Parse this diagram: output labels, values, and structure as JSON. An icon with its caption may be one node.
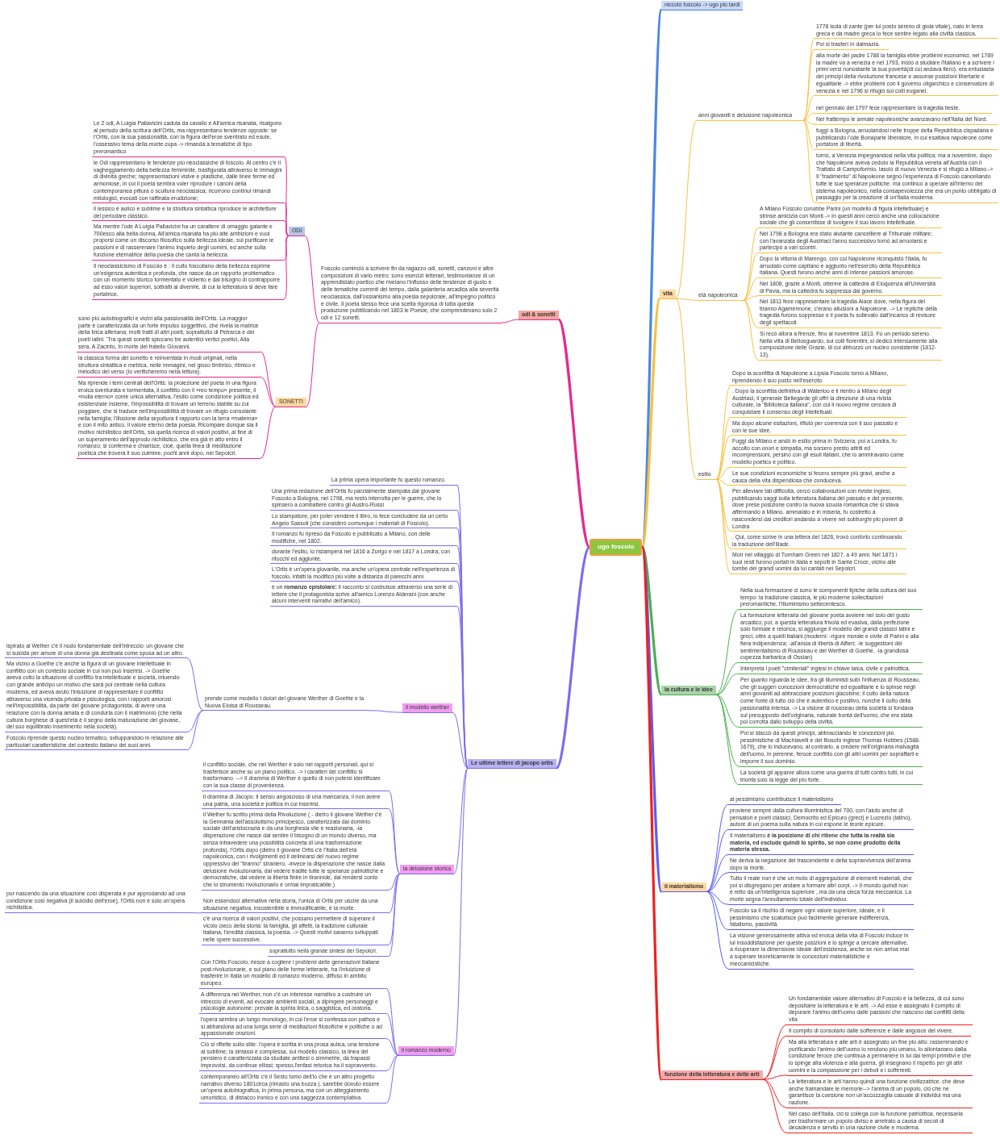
{
  "diagram": {
    "nodes": [
      {
        "text": [
          "ugo foscolo"
        ]
      },
      {
        "text": [
          "niccolò foscolo -> ugo più tardi"
        ]
      },
      {
        "text": [
          "vita"
        ]
      },
      {
        "text": [
          "anni giovanili e delusione napoleonica"
        ]
      },
      {
        "text": [
          "1778 isola di zante (per lui posto sereno di gioia vitale), nato in terra greca e da madre greca lo fece sentire legato alla civiltà classica."
        ]
      },
      {
        "text": [
          "Poi si trasferì in dalmazia."
        ]
      },
      {
        "text": [
          "alla morte del padre 1788 la famiglia ebbe problemi economici, nel 1789 la madre va a venezia e nel 1793, iniziò a studiare l'italiano e a scrivere i primi versi nonostante la sua povertà(di cui andava fiero). era entusiasta dei principi della rivoluzione francese e assunse posizioni libertarie e egualitarie -> ebbe problemi con il governo oligarchico e conservatore di venezia e nel 1796 si rifugiò sui colli euganei."
        ]
      },
      {
        "text": [
          "nel gennaio del 1797 fece rappresentare la tragedia tieste."
        ]
      },
      {
        "text": [
          "Nel frattempo le armate napoleoniche avanzavano nell'Italia del Nord."
        ]
      },
      {
        "text": [
          "fuggì a Bologna, arruolandosi nelle truppe della Repubblica cispadana e pubblicando l'ode Bonaparte liberatore, in cui esaltava napoleone come portatore di libertà."
        ]
      },
      {
        "text": [
          "tornò, a Venezia impegnandosi nella vita politica; ma a novembre, dopo che Napoleone aveva ceduto la Repubblica veneta all'Austria con il Trattato di Campoformio, lasciò di nuovo Venezia e si rifugiò a Milano.-> Il \"tradimento\" di Napoleone segnò l'esperienza di Foscolo cancellando tutte le sue speranze politiche. ma continuò a operare all'interno del sistema napoleonico, nella consapevolezza che era un punto obbligato di passaggio per la creazione di un'Italia moderna."
        ]
      },
      {
        "text": [
          "età napoleonica"
        ]
      },
      {
        "text": [
          "A Milano Foscolo conobbe Parini (un modello di figura intellettuale) e strinse amicizia con Monti.-> In questi anni cercò anche una collocazione sociale che gli consentisse di svolgere il suo lavoro intellettuale."
        ]
      },
      {
        "text": [
          "Nel 1798 a Bologna era stato aiutante cancelliere al Tribunale militare; con l'avanzata degli Austriaci l'anno successivo tornò ad arruolarsi e partecipò a vari scontri."
        ]
      },
      {
        "text": [
          "Dopo la vittoria di Marengo, con cui Napoleone riconquistò l'Italia, fu arruolato come capitano e aggiunto nell'esercito della Repubblica italiana. Questi furono anche anni di intense passioni amorose."
        ]
      },
      {
        "text": [
          "Nel 1808, grazie a Monti, ottenne la cattedra di Eloquenza all'Università di Pavia, ma la cattedra fu soppressa dal governo."
        ]
      },
      {
        "text": [
          "Nel 1811 fece rappresentare la tragedia Aiace dove, nella figura del tiranno Agamennone, c'erano allusioni a Napoleone. -> Le repliche della tragedia furono soppresse e il poeta fu sollevato dall'incarico di revisore degli spettacoli."
        ]
      },
      {
        "text": [
          "Si recò allora a firenze, fino al novembre 1813. Fu un periodo sereno. Nella villa di Bellosguardo, sui colli fiorentini, si dedicò intensamente alla composizione delle Grazie, di cui abbozzò un nucleo consistente (1812-13)."
        ]
      },
      {
        "text": [
          "esilio"
        ]
      },
      {
        "text": [
          "Dopo la sconfitta di Napoleone a Lipsia Foscolo tornò a Milano, riprendendo il suo posto nell'esercito"
        ]
      },
      {
        "text": [
          ". Dopo la sconfitta definitiva di Waterloo e il rientro a Milano degli Austriaci, il generale Bellegarde gli offrì la direzione di una rivista culturale, la \"Biblioteca italiana\", con cui il nuovo regime cercava di conquistare il consenso degli intellettuali."
        ]
      },
      {
        "text": [
          "Ma dopo alcune esitazioni, rifiutò per coerenza con il suo passato e con le sue idee."
        ]
      },
      {
        "text": [
          "Fuggì da Milano e andò in esilio prima in Svizzera, poi a Londra, fu accolto con onori e simpatia, ma sorsero presto attriti ed incomprensioni, persino con gli esuli italiani, che lo ammiravano come modello poetico e politico."
        ]
      },
      {
        "text": [
          "Le sue condizioni economiche si fecero sempre più gravi, anche a causa della vita dispendiosa che conduceva."
        ]
      },
      {
        "text": [
          "Per alleviare tali difficoltà, cercò collaborazioni con riviste inglesi, pubblicando saggi sulla letteratura italiana del passato e del presente, dove prese posizione contro la nuova scuola romantica che si stava affermando a Milano. ammalato e in miseria, fu costretto a nascondersi dai creditori andando a vivere nei sobborghi più poveri di Londra"
        ]
      },
      {
        "text": [
          ". Qui, come scrive in una lettera del 1826, trovò conforto continuando la traduzione dell'Iliade."
        ]
      },
      {
        "text": [
          "Morì nel villaggio di Turnham Green nel 1827, a 49 anni. Nel 1871 i suoi resti furono portati in Italia e sepolti in Santa Croce, vicino alle tombe dei grandi uomini da lui cantati nei Sepolcri."
        ]
      },
      {
        "text": [
          "la cultura e le idee"
        ]
      },
      {
        "text": [
          "Nella sua formazione ci sono le componenti tipiche della cultura del suo tempo: la tradizione classica, le più moderne sollecitazioni preromantiche, l'Illuminismo settecentesco."
        ]
      },
      {
        "text": [
          "La formazione letteraria del giovane poeta avviene nel solo del gusto arcadico; poi, a questa letteratura frivola ed evasiva, dalla perfezione solo formale e retorica, si aggiunge il modello dei grandi classici latini e greci, oltre a quelli italiani.(moderni: -rigore morale e civile di Parini e alla fiera indipendenza; -all'ansia di libertà di Alfieri; -le suggestioni del sentimentalismo di Rousseau e del Werther di Goethe, -la grandiosa cupezza barbarica di Ossian)"
        ]
      },
      {
        "text": [
          "Interpreta i poeti \"cimiteriali\" inglesi in chiave laica, civile e patriottica."
        ]
      },
      {
        "text": [
          "Per quanto riguarda le idee, tra gli illuministi subì l'influenza di Rousseau, che gli suggerì concezioni democratiche ed egualitarie e lo spinse negli anni giovanili ad abbracciare posizioni giacobine; il culto della natura come fonte di tutto ciò che è autentico e positivo, nonché il culto della passionalità intensa. -> La visione di rousseau della società si fondava sul presupposto dell'originaria, naturale bontà dell'uomo, che era stata poi corrotta dallo sviluppo della civiltà."
        ]
      },
      {
        "text": [
          "Poi si staccò da questi principi, abbracciando le concezioni più pessimistiche di Machiavelli e del filosofo inglese Thomas Hobbes (1588-1679), che lo inducevano, al contrario, a credere nell'originaria malvagità dell'uomo, in perenne, feroce conflitto con gli altri uomini per sopraffarli e imporre il suo dominio."
        ]
      },
      {
        "text": [
          "La società gli apparve allora come una guerra di tutti contro tutti, in cui trionfa solo la legge del più forte."
        ]
      },
      {
        "text": [
          "il materialismo"
        ]
      },
      {
        "text": [
          "al pessimismo contribuisce il materialismo"
        ]
      },
      {
        "text": [
          "proviene sempre dalla cultura illuministica del 700, con l'aiuto anche di pensatori e poeti classici, Democrito ed Epicuro (greci) e Lucrezio (latino), autore di un poema sulla natura in cui espone le teorie epicure."
        ]
      },
      {
        "text": [
          "Il materialismo **è la posizione di chi ritiene che tutta la realtà sia materia, ed esclude quindi lo spirito, se non come prodotto della materia stessa.**"
        ]
      },
      {
        "text": [
          "Ne deriva la negazione del trascendente e della sopravvivenza dell'anima dopo la morte."
        ]
      },
      {
        "text": [
          "Tutto il reale non è che un moto di aggregazione di elementi materiali, che poi si disgregano per andare a formare altri corpi. -> Il mondo quindi non è retto da un'intelligenza superiore , ma da una cieca forza meccanica. La morte segna l'annullamento totale dell'individuo."
        ]
      },
      {
        "text": [
          "Foscolo sa il rischio di negare ogni valore superiore, ideale, e il pessimismo che scaturisce può facilmente generare indifferenza, fatalismo, passività."
        ]
      },
      {
        "text": [
          "La visione generosamente attiva ed eroica della vita di Foscolo induce in lui insoddisfazione per queste posizioni e lo spinge a cercare alternative, a ricuperare la dimensione ideale dell'esistenza, anche se non arriva mai a superare teoreticamente le concezioni materialistiche e meccanicistiche."
        ]
      },
      {
        "text": [
          "funzione della letteratura e delle arti"
        ]
      },
      {
        "text": [
          "Un fondamentale valore alternativo di Foscolo è la bellezza, di cui sono depositarie la letteratura e le arti. -> Ad esse è assegnato il compito di depurare l'animo dell'uomo dalle passioni che nascono dai conflitti della vita"
        ]
      },
      {
        "text": [
          "Il compito di consolarlo dalle sofferenze e dalle angosce del vivere."
        ]
      },
      {
        "text": [
          "Ma alla letteratura e alle arti è assegnato un fine più alto: rasserenando e purificando l'animo dell'uomo lo rendono più umano, lo allontanano dalla condizione feroce che continua a permanere in lui dai tempi primitivi e che lo spinge alla violenza e alla guerra, gli insegnano il rispetto per gli altri uomini e la compassione per i deboli e i sofferenti."
        ]
      },
      {
        "text": [
          "La letteratura e le arti hanno quindi una funzione civilizzatrice. che deve anche tramandare le memorie--> l'anima di un popolo, ciò che ne garantisce la coesione non un'accozzaglia casuale di individui ma una nazione."
        ]
      },
      {
        "text": [
          "Nel caso dell'Italia, ciò si collega con la funzione patriottica, necessaria per trasformare un popolo diviso e arretrato a causa di secoli di decadenza e servitù in una nazione civile e moderna."
        ]
      },
      {
        "text": [
          "odi & sonetti"
        ]
      },
      {
        "text": [
          "Foscolo cominciò a scrivere fin da ragazzo odi, sonetti, canzoni e altre composizioni di vario metro: sono esercizi letterari, testimonianze di un apprendistato poetico che rivelano l'influsso delle tendenze di gusto e delle tematiche correnti del tempo, dalla galanteria arcadica alla severità neoclassica, dall'ossianismo alla poesia sepolcrale, all'impegno politico e civile. Il poeta stesso fece una scelta rigorosa di tutta questa produzione pubblicando nel 1803 le Poesie, che comprendevano solo 2 odi e 12 sonetti."
        ]
      },
      {
        "text": [
          "ODI"
        ]
      },
      {
        "text": [
          "Le 2 odi, A Luigia Pallavicini caduta da cavallo e All'amica risanata, risalgono al periodo della scritura dell'Ortis, ma rappresentano tendenze opposte: se l'Ortis, con la sua passionalità, con la figura dell'eroe sventrato ed esule, l'ossessivo tema della morte cupa -> rimanda a tematiche di tipo preromantico"
        ]
      },
      {
        "text": [
          "le Odi rappresentano le tendenze più neoclassiche di foscolo. Al centro c'è il vagheggiamento della bellezza femminile, trasfigurata attraverso le immagini di divinità greche; rappresentazioni visive e plastiche, dalle linee ferme ed armoniose, in cui il poeta sembra voler riprodure i canoni della contemporanea pittura o scultura neoclassica; ricorrono continui rimandi mitologici, evocati con raffinata erudizione;"
        ]
      },
      {
        "text": [
          "il lessico è aulico e sublime e la struttura sintattica riproduce le architetture del periodare classico."
        ]
      },
      {
        "text": [
          "Ma mentre l'ode A Luigia Pallavicini ha un carattere di omaggio galante e 700esco alla bella donna, All'amica risanata ha più alte ambizioni e vuol proporsi come un discorso filosofico sulla bellezza ideale, sul purificare le passioni e di rasserenare l'animo inquieto degli uomini, ed anche sulla funzione eternatrice della poesia che canta la bellezza."
        ]
      },
      {
        "text": [
          "Il neoclassicismo di Foscolo è : il culto foscoliano della bellezza esprime un'esigenza autentica e profonda, che nasce da un rapporto problematico con un momento storico tormentato e violento e dal bisogno di contrapporre ad esso valori superiori, sottratti al divenire, di cui la letteratura si deve fare portatrice."
        ]
      },
      {
        "text": [
          "SONETTI"
        ]
      },
      {
        "text": [
          "sono più autobiografici e vicini alla passionalità dell'Ortis. La maggior parte è caratterizzata da un forte impulso soggettivo, che rivela la matrice della lirica alferiana; molti tratti di altri poeti, soprattutto di Petrarca e dei poeti latini. 'Tra questi sonetti spiccano tre autentici vertici poetici, Alla sera, A Zacinto, In morte del fratello Giovanni."
        ]
      },
      {
        "text": [
          "la classica forma del sonetto è reinventata in modi originali, nella struttura sintattica e metrica, nelle immagini, nel gioco timbrico, ritmico e melodico del verso (lo verificheremo nella lettura)."
        ]
      },
      {
        "text": [
          "Ma riprende i temi centrali dell'Ortis: la proiezione del poeta in una figura eroica sventurata e tormentata, il conflitto con il «reo tempo» presente, il «nulla eterno» come unica alternativa, l'esilio come condizione politica ed esistenziale insieme, l'impossibilità di trovare un terreno stabile su cui poggiare, che si traduce nell'impossibilità di trovare un rifugio consolante nella famiglia; l'illusione della sepoltura il rapporto con la terra «materna» e con il mito antico, il valore eterno della poesia. Ricompare dunque sia il motivo nichilistico dell'Ortis, sia quella ricerca di valori positivi, al fine di un superamento dell'approdo nichilistico, che era già in atto entro il romanzo; si conferma e chiarisce, cioè, quella linea di meditazione poetica che troverà il suo culmine, pochi anni dopo, nei Sepolcri."
        ]
      },
      {
        "text": [
          "Le ultime lettere di jacopo ortis"
        ]
      },
      {
        "text": [
          "La prima opera importante fu questo romanzo."
        ]
      },
      {
        "text": [
          "Una prima redazione dell'Ortis fu parzialmente stampata dal giovane Foscolo a Bologna, nel 1798, ma restò interrotta per le guerre, che lo spinsero a combattere contro gli Austro-Russi"
        ]
      },
      {
        "text": [
          "Lo stampatore, per poter vendere il libro, lo fece concludere da un certo Angelo Sassoli (che considerò comunque i materiali di Foscolo)."
        ]
      },
      {
        "text": [
          "Il romanzo fu ripreso da Foscolo e pubblicato a Milano, con delle modifiche, nel 1802."
        ]
      },
      {
        "text": [
          "durante l'esilio, lo ristamperà nel 1816 a Zurigo e nel 1817 a Londra, con ritocchi ed aggiunte."
        ]
      },
      {
        "text": [
          "L'Ortis è un'opera giovanile, ma anche un'opera centrale nell'esperienza di foscolo, infatti la modificò più volte a distanza di parecchi anni."
        ]
      },
      {
        "text": [
          "è un **romanzo epistolare:** il racconto si costruisce attraverso una serie di lettere che il protagonista scrive all'amico Lorenzo Alderani (con anche alcuni interventi narrativi dell'amico)."
        ]
      },
      {
        "text": [
          "il modello werther"
        ]
      },
      {
        "text": [
          "prende come modello I dolori del giovane Werther di Goethe e la Nuova Eloisa di Rousseau."
        ]
      },
      {
        "text": [
          "ispirato al Wether c'è il nodo fondamentale dell'intreccio: un giovane che si suicida per amore di una donna già destinata come sposa ad un altro."
        ]
      },
      {
        "text": [
          "Ma vicino a Goethe c'è anche la figura di un giovane intellettuale in conflitto con un contesto sociale in cui non può inserirsi. -> Goethe aveva colto la situazione di conflitto tra intellettuale e società, intuendo con grande anticipo un motivo che sarà poi centrale nella cultura moderna, ed aveva avuto l'intuizione di rappresentare il conflitto attraverso una vicenda privata e psicologica, con i rapporti amorosi nell'impossibilità, da parte del giovane protagonista, di avere una relazione con la donna amata e di condurla con il matrimonio (che nella cultura borghese di quest'età è il segno della maturazione del giovane, del suo equilibrato inserimento nella società)."
        ]
      },
      {
        "text": [
          "Foscolo riprende questo nucleo tematico, sviluppandolo in relazione alle particolari caratteristiche del contesto italiano dei suoi anni."
        ]
      },
      {
        "text": [
          "la delusione storica"
        ]
      },
      {
        "text": [
          "il conflitto sociale, che nel Werther è solo nei rapporti personali, qui si trasferisce anche su un piano politico. -> i caratteri del conflitto si trasformano. --> Il dramma di Werther è quello di non potersi identificare con la sua classe di provenienza."
        ]
      },
      {
        "text": [
          "il dramma di Jacopo: il senso angoscioso di una mancanza, il non avere una patria, una società e politica in cui inserirsi."
        ]
      },
      {
        "text": [
          "il Wether fu scritto prima della Rivoluzione ( - dietro il giovane Wether c'è la Germania dell'assolutismo principesco, caratterizzata dal dominio sociale dell'aristocrazia e da una borghesia vile e reazionaria, -la disperazione che nasce dal sentire il bisogno di un mondo diverso, ma senza intravedere una possibilità concreta di una trasformazione profonda), l'Ortis dopo (dietro il giovane Ortis c'è l'Italia dell'età napoleonica, con i rivolgimenti ed il delinearsi del nuovo regime oppressivo del \"tiranno\" straniero, -invece la disperazione che nasce dalla delusione rivoluzionaria, dal vedere tradite tutte le speranze patriottiche e democratiche, dal vedere la libertà finire in tirannide, dal rendersi conto che lo strumento rivoluzionario è ormai impraticabile.)"
        ]
      },
      {
        "text": [
          "Non essendoci alternative nella storia, l'unica di Ortis per uscire da una situazione negativa, insostenibile e immodificabile, è la morte."
        ]
      },
      {
        "text": [
          "pur nascendo da una situazione così disperata e pur approdando ad una condizione così negativa (il suicidio dell'eroe), l'Ortis non è solo un'opera nichilistica."
        ]
      },
      {
        "text": [
          "c'è una ricerca di valori positivi, che possano permettere di superare il vicolo cieco della storia: la famiglia, gli affetti, la tradizione culturale italiana, l'eredità classica, la poesia. -> Questi motivi saranno sviluppati nelle opere successive."
        ]
      },
      {
        "text": [
          "soprattutto nella grande sintesi dei Sepolcri."
        ]
      },
      {
        "text": [
          "il romanzo moderno"
        ]
      },
      {
        "text": [
          "Con l'Ortis Foscolo, riesce a cogliere i problemi delle generazioni italiane post-rivoluzionarie, e sul piano delle forme letterarie, ha l'intuizione di trasferire in Italia un modello di romanzo moderno, diffuso in ambito europeo."
        ]
      },
      {
        "text": [
          "A differenza nel Werther, non c'è un interesse narrativo a costruire un intreccio di eventi, ad evocare ambienti sociali, a dipingere personaggi e psicologie autonome: prevale la spinta lirica, o saggistica, ed oratoria."
        ]
      },
      {
        "text": [
          "l'opera sembra un lungo monologo, in cui l'eroe si confessa con pathos e si abbandona ad una lunga serie di meditazioni filosofiche e politiche o ad appassionate orazioni."
        ]
      },
      {
        "text": [
          "Ciò si riflette sullo stile: l'opera è scritta in una prosa aulica, una tensione al sublime; la sintassi è complessa, sul modello classico, la linea del pensiero è caratterizzata da studiate antitesi o simmetrie, da trapassi improvvisi, da continue ellissi; spesso,l'enfasi retorica ha il sopravvento."
        ]
      },
      {
        "text": [
          "contemporaneo all'Ortis c'è il Sesto tomo dell'io che è un altro progetto narrativo diverso 1801circa (rimasto una bozza ). sarebbe dovuto essere un'opera autobiografica, in prima persona, ma con un atteggiamento umoristico, di distacco ironico e con una saggezza contemplativa."
        ]
      }
    ],
    "edges": [
      {
        "from": 0,
        "to": 1,
        "arrow": "none",
        "style": "thick",
        "color": "#4a86e8"
      },
      {
        "from": 0,
        "to": 2,
        "arrow": "none",
        "style": "thick",
        "color": "#f6c142"
      },
      {
        "from": 2,
        "to": 3,
        "arrow": "none",
        "color": "#f6c142"
      },
      {
        "from": 3,
        "to": 4,
        "arrow": "none",
        "color": "#f6c142"
      },
      {
        "from": 3,
        "to": 5,
        "arrow": "none",
        "color": "#f6c142"
      },
      {
        "from": 3,
        "to": 6,
        "arrow": "none",
        "color": "#f6c142"
      },
      {
        "from": 3,
        "to": 7,
        "arrow": "none",
        "color": "#f6c142"
      },
      {
        "from": 3,
        "to": 8,
        "arrow": "none",
        "color": "#f6c142"
      },
      {
        "from": 3,
        "to": 9,
        "arrow": "none",
        "color": "#f6c142"
      },
      {
        "from": 3,
        "to": 10,
        "arrow": "none",
        "color": "#f6c142"
      },
      {
        "from": 2,
        "to": 11,
        "arrow": "none",
        "color": "#f6c142"
      },
      {
        "from": 11,
        "to": 12,
        "arrow": "none",
        "color": "#f6c142"
      },
      {
        "from": 11,
        "to": 13,
        "arrow": "none",
        "color": "#f6c142"
      },
      {
        "from": 11,
        "to": 14,
        "arrow": "none",
        "color": "#f6c142"
      },
      {
        "from": 11,
        "to": 15,
        "arrow": "none",
        "color": "#f6c142"
      },
      {
        "from": 11,
        "to": 16,
        "arrow": "none",
        "color": "#f6c142"
      },
      {
        "from": 11,
        "to": 17,
        "arrow": "none",
        "color": "#f6c142"
      },
      {
        "from": 2,
        "to": 18,
        "arrow": "none",
        "color": "#f6c142"
      },
      {
        "from": 18,
        "to": 19,
        "arrow": "none",
        "color": "#f6c142"
      },
      {
        "from": 18,
        "to": 20,
        "arrow": "none",
        "color": "#f6c142"
      },
      {
        "from": 18,
        "to": 21,
        "arrow": "none",
        "color": "#f6c142"
      },
      {
        "from": 18,
        "to": 22,
        "arrow": "none",
        "color": "#f6c142"
      },
      {
        "from": 18,
        "to": 23,
        "arrow": "none",
        "color": "#f6c142"
      },
      {
        "from": 18,
        "to": 24,
        "arrow": "none",
        "color": "#f6c142"
      },
      {
        "from": 18,
        "to": 25,
        "arrow": "none",
        "color": "#f6c142"
      },
      {
        "from": 18,
        "to": 26,
        "arrow": "none",
        "color": "#f6c142"
      },
      {
        "from": 0,
        "to": 27,
        "arrow": "none",
        "style": "thick",
        "color": "#4caf50"
      },
      {
        "from": 27,
        "to": 28,
        "arrow": "none",
        "color": "#4caf50"
      },
      {
        "from": 27,
        "to": 29,
        "arrow": "none",
        "color": "#4caf50"
      },
      {
        "from": 27,
        "to": 30,
        "arrow": "none",
        "color": "#4caf50"
      },
      {
        "from": 27,
        "to": 31,
        "arrow": "none",
        "color": "#4caf50"
      },
      {
        "from": 27,
        "to": 32,
        "arrow": "none",
        "color": "#4caf50"
      },
      {
        "from": 27,
        "to": 33,
        "arrow": "none",
        "color": "#4caf50"
      },
      {
        "from": 0,
        "to": 34,
        "arrow": "none",
        "style": "thick",
        "color": "#5b5bf5"
      },
      {
        "from": 34,
        "to": 35,
        "arrow": "none",
        "color": "#5b5bf5"
      },
      {
        "from": 34,
        "to": 36,
        "arrow": "none",
        "color": "#5b5bf5"
      },
      {
        "from": 34,
        "to": 37,
        "arrow": "none",
        "color": "#5b5bf5"
      },
      {
        "from": 34,
        "to": 38,
        "arrow": "none",
        "color": "#5b5bf5"
      },
      {
        "from": 34,
        "to": 39,
        "arrow": "none",
        "color": "#5b5bf5"
      },
      {
        "from": 34,
        "to": 40,
        "arrow": "none",
        "color": "#5b5bf5"
      },
      {
        "from": 34,
        "to": 41,
        "arrow": "none",
        "color": "#5b5bf5"
      },
      {
        "from": 0,
        "to": 42,
        "arrow": "none",
        "style": "thick",
        "color": "#f02020"
      },
      {
        "from": 42,
        "to": 43,
        "arrow": "none",
        "color": "#f02020"
      },
      {
        "from": 42,
        "to": 44,
        "arrow": "none",
        "color": "#f02020"
      },
      {
        "from": 42,
        "to": 45,
        "arrow": "none",
        "color": "#f02020"
      },
      {
        "from": 42,
        "to": 46,
        "arrow": "none",
        "color": "#f02020"
      },
      {
        "from": 42,
        "to": 47,
        "arrow": "none",
        "color": "#f02020"
      },
      {
        "from": 0,
        "to": 48,
        "arrow": "none",
        "style": "thick",
        "color": "#e6288f"
      },
      {
        "from": 48,
        "to": 49,
        "arrow": "none",
        "color": "#e6288f"
      },
      {
        "from": 49,
        "to": 50,
        "arrow": "none",
        "color": "#e6288f"
      },
      {
        "from": 50,
        "to": 51,
        "arrow": "none",
        "color": "#e6288f"
      },
      {
        "from": 50,
        "to": 52,
        "arrow": "none",
        "color": "#e6288f"
      },
      {
        "from": 50,
        "to": 53,
        "arrow": "none",
        "color": "#e6288f"
      },
      {
        "from": 50,
        "to": 54,
        "arrow": "none",
        "color": "#e6288f"
      },
      {
        "from": 50,
        "to": 55,
        "arrow": "none",
        "color": "#e6288f"
      },
      {
        "from": 49,
        "to": 56,
        "arrow": "none",
        "color": "#e6288f"
      },
      {
        "from": 56,
        "to": 57,
        "arrow": "none",
        "color": "#e6288f"
      },
      {
        "from": 56,
        "to": 58,
        "arrow": "none",
        "color": "#e6288f"
      },
      {
        "from": 56,
        "to": 59,
        "arrow": "none",
        "color": "#e6288f"
      },
      {
        "from": 0,
        "to": 60,
        "arrow": "none",
        "style": "thick",
        "color": "#7b6cf0"
      },
      {
        "from": 60,
        "to": 61,
        "arrow": "none",
        "color": "#7b6cf0"
      },
      {
        "from": 60,
        "to": 62,
        "arrow": "none",
        "color": "#7b6cf0"
      },
      {
        "from": 60,
        "to": 63,
        "arrow": "none",
        "color": "#7b6cf0"
      },
      {
        "from": 60,
        "to": 64,
        "arrow": "none",
        "color": "#7b6cf0"
      },
      {
        "from": 60,
        "to": 65,
        "arrow": "none",
        "color": "#7b6cf0"
      },
      {
        "from": 60,
        "to": 66,
        "arrow": "none",
        "color": "#7b6cf0"
      },
      {
        "from": 60,
        "to": 67,
        "arrow": "none",
        "color": "#7b6cf0"
      },
      {
        "from": 60,
        "to": 68,
        "arrow": "none",
        "color": "#7b6cf0"
      },
      {
        "from": 68,
        "to": 69,
        "arrow": "none",
        "color": "#7b6cf0"
      },
      {
        "from": 69,
        "to": 70,
        "arrow": "none",
        "color": "#7b6cf0"
      },
      {
        "from": 69,
        "to": 71,
        "arrow": "none",
        "color": "#7b6cf0"
      },
      {
        "from": 69,
        "to": 72,
        "arrow": "none",
        "color": "#7b6cf0"
      },
      {
        "from": 60,
        "to": 73,
        "arrow": "none",
        "color": "#7b6cf0"
      },
      {
        "from": 73,
        "to": 74,
        "arrow": "none",
        "color": "#7b6cf0"
      },
      {
        "from": 73,
        "to": 75,
        "arrow": "none",
        "color": "#7b6cf0"
      },
      {
        "from": 73,
        "to": 76,
        "arrow": "none",
        "color": "#7b6cf0"
      },
      {
        "from": 73,
        "to": 77,
        "arrow": "none",
        "color": "#7b6cf0"
      },
      {
        "from": 77,
        "to": 78,
        "arrow": "none",
        "color": "#7b6cf0"
      },
      {
        "from": 73,
        "to": 79,
        "arrow": "none",
        "color": "#7b6cf0"
      },
      {
        "from": 73,
        "to": 80,
        "arrow": "none",
        "color": "#7b6cf0"
      },
      {
        "from": 60,
        "to": 81,
        "arrow": "none",
        "color": "#7b6cf0"
      },
      {
        "from": 81,
        "to": 82,
        "arrow": "none",
        "color": "#7b6cf0"
      },
      {
        "from": 81,
        "to": 83,
        "arrow": "none",
        "color": "#7b6cf0"
      },
      {
        "from": 81,
        "to": 84,
        "arrow": "none",
        "color": "#7b6cf0"
      },
      {
        "from": 81,
        "to": 85,
        "arrow": "none",
        "color": "#7b6cf0"
      },
      {
        "from": 81,
        "to": 86,
        "arrow": "none",
        "color": "#7b6cf0"
      }
    ]
  }
}
